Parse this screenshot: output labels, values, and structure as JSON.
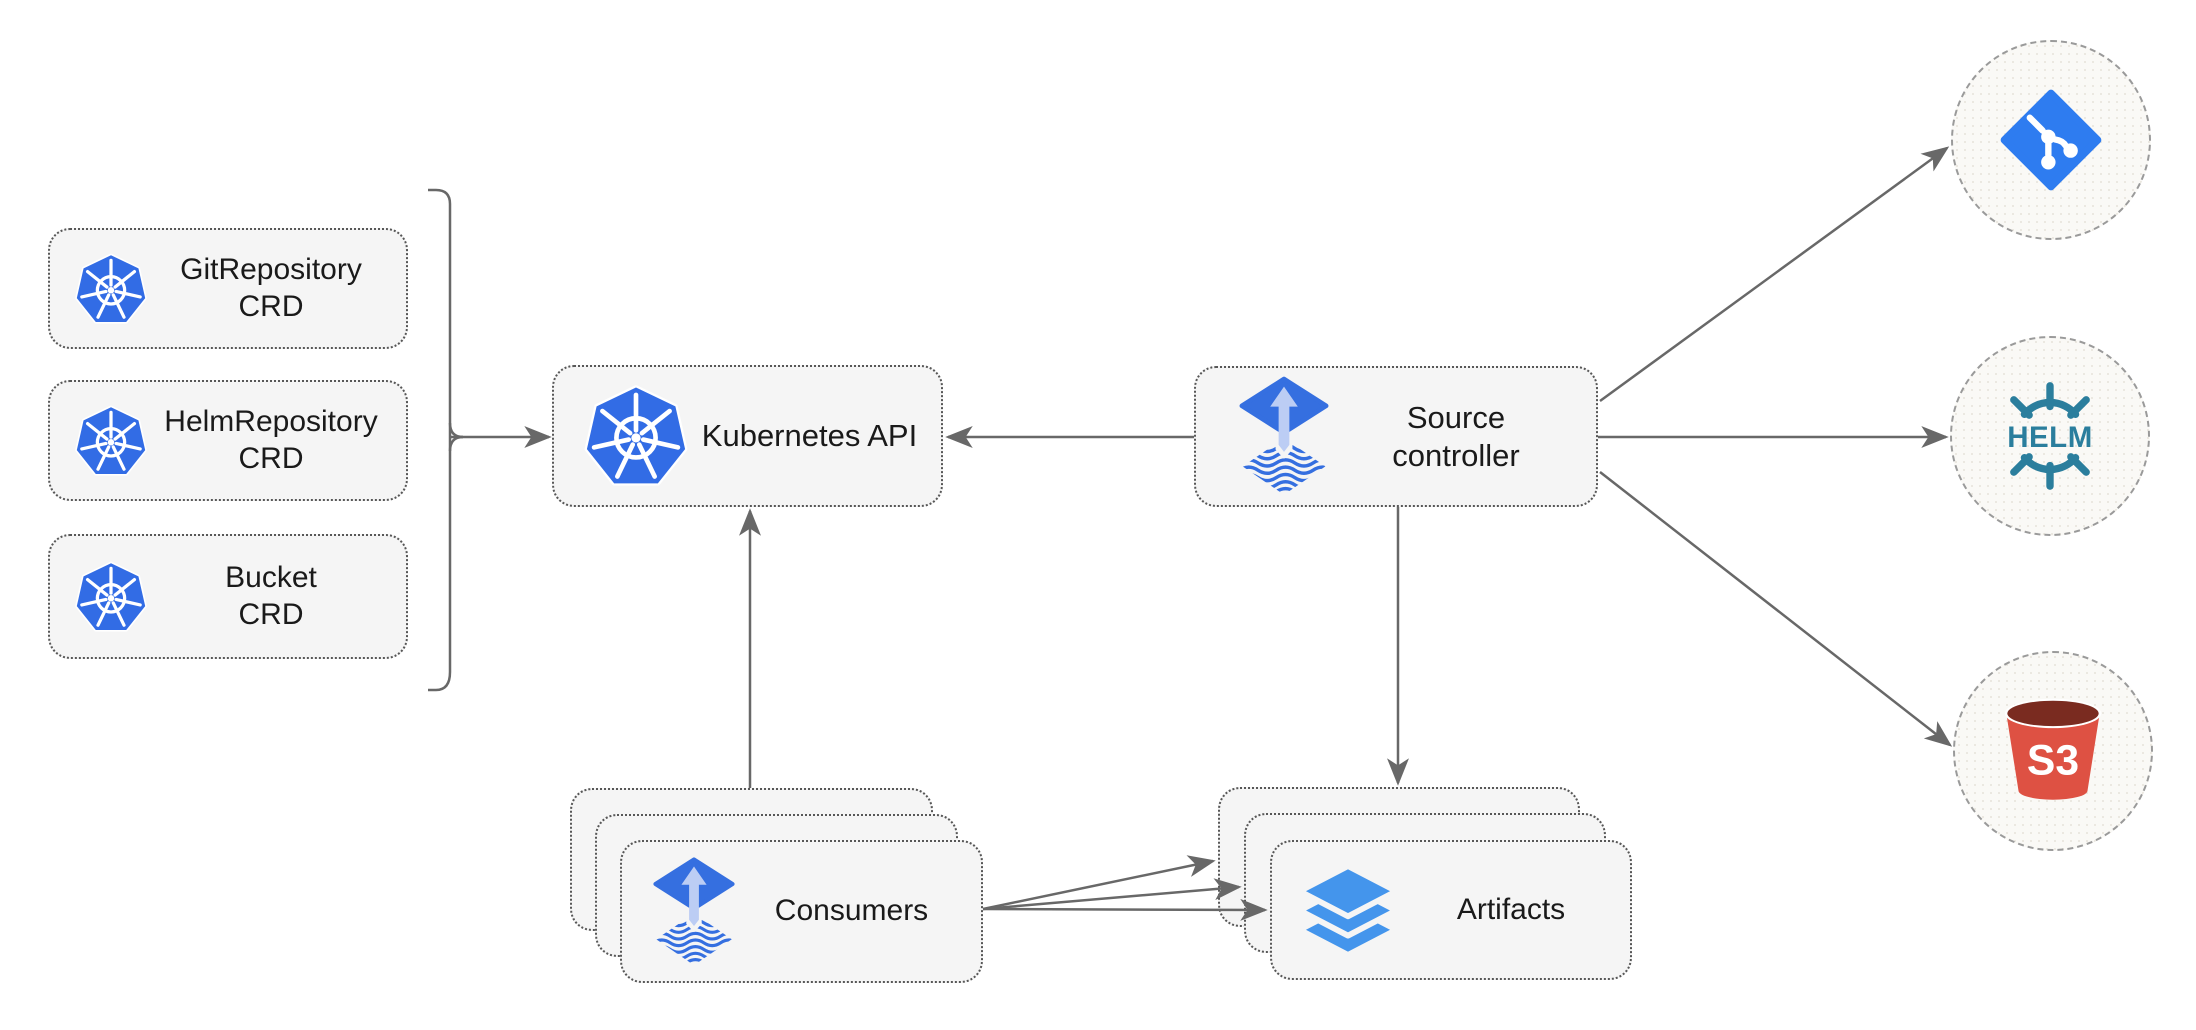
{
  "diagram": {
    "nodes": {
      "git_repository_crd": {
        "line1": "GitRepository",
        "line2": "CRD",
        "icon": "kubernetes"
      },
      "helm_repository_crd": {
        "line1": "HelmRepository",
        "line2": "CRD",
        "icon": "kubernetes"
      },
      "bucket_crd": {
        "line1": "Bucket",
        "line2": "CRD",
        "icon": "kubernetes"
      },
      "kubernetes_api": {
        "label": "Kubernetes API",
        "icon": "kubernetes"
      },
      "source_controller": {
        "line1": "Source",
        "line2": "controller",
        "icon": "flux-source-controller"
      },
      "consumers": {
        "label": "Consumers",
        "icon": "flux-source-controller",
        "stacked": 3
      },
      "artifacts": {
        "label": "Artifacts",
        "icon": "layers",
        "stacked": 3
      },
      "git_endpoint": {
        "icon": "git"
      },
      "helm_endpoint": {
        "icon": "helm",
        "icon_text": "HELM"
      },
      "s3_endpoint": {
        "icon": "s3-bucket",
        "icon_text": "S3"
      }
    },
    "edges": [
      {
        "from": "crd_group_bracket",
        "to": "kubernetes_api"
      },
      {
        "from": "source_controller",
        "to": "kubernetes_api"
      },
      {
        "from": "source_controller",
        "to": "git_endpoint"
      },
      {
        "from": "source_controller",
        "to": "helm_endpoint"
      },
      {
        "from": "source_controller",
        "to": "s3_endpoint"
      },
      {
        "from": "source_controller",
        "to": "artifacts"
      },
      {
        "from": "consumers",
        "to": "kubernetes_api"
      },
      {
        "from": "consumers",
        "to": "artifacts"
      },
      {
        "from": "consumers",
        "to": "artifacts"
      },
      {
        "from": "consumers",
        "to": "artifacts"
      }
    ],
    "colors": {
      "kubernetes_blue": "#326CE5",
      "flux_blue": "#356FE0",
      "flux_arrow_light": "#BCCDF4",
      "git_blue": "#2E7CF0",
      "helm_teal": "#2B7E9D",
      "s3_red": "#DE5143",
      "s3_dark_red": "#7A2B20",
      "layers_blue": "#4495EC",
      "box_fill": "#F5F5F5",
      "box_border": "#575757",
      "circle_fill": "#FAF9F6",
      "circle_border": "#9A9A9A",
      "arrow": "#686868",
      "text": "#1A1A1A"
    }
  }
}
